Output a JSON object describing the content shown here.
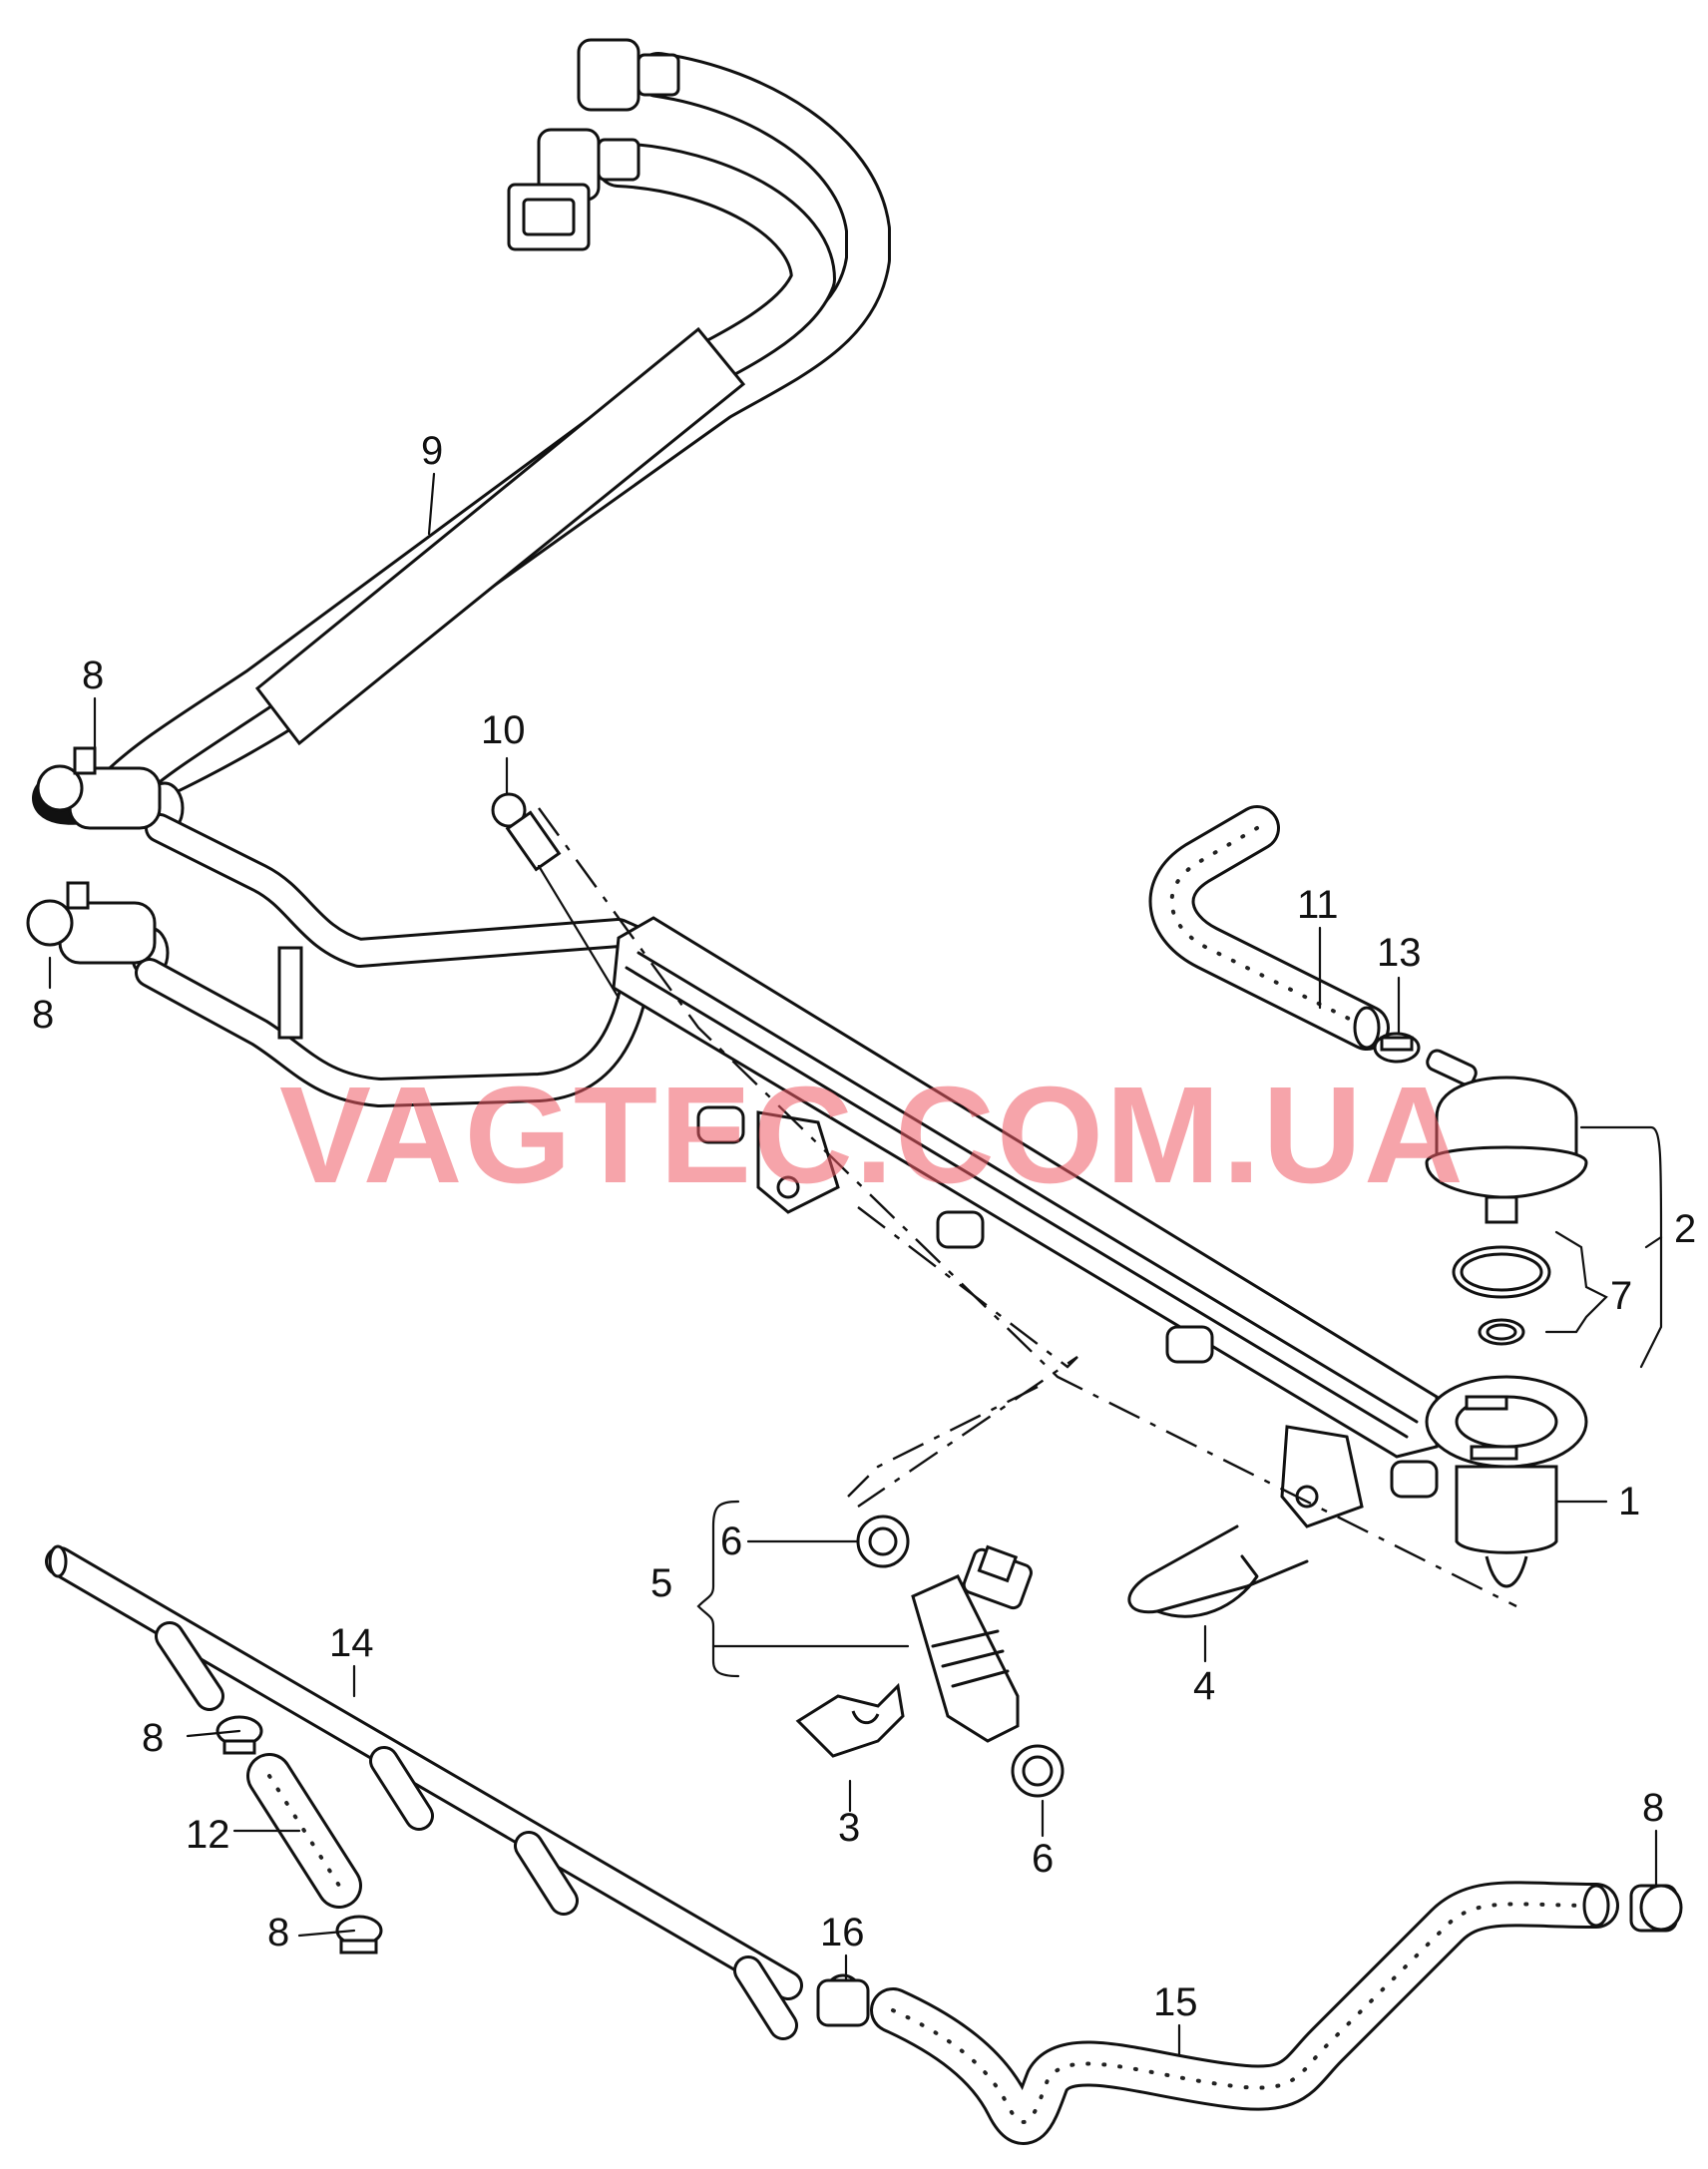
{
  "watermark": "VAGTEC.COM.UA",
  "callouts": {
    "c1": "1",
    "c2": "2",
    "c3": "3",
    "c4": "4",
    "c5": "5",
    "c6a": "6",
    "c6b": "6",
    "c7": "7",
    "c8a": "8",
    "c8b": "8",
    "c8c": "8",
    "c8d": "8",
    "c8e": "8",
    "c9": "9",
    "c10": "10",
    "c11": "11",
    "c12": "12",
    "c13": "13",
    "c14": "14",
    "c15": "15",
    "c16": "16"
  },
  "colors": {
    "line": "#111111",
    "watermark": "#ee5a64",
    "background": "#ffffff"
  }
}
